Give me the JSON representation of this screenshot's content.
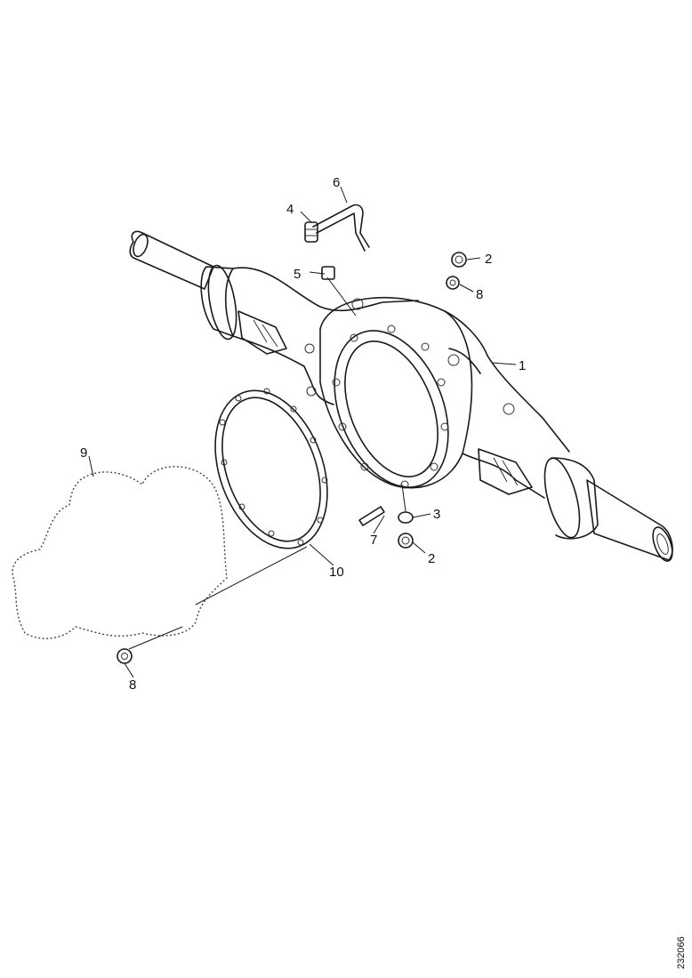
{
  "callouts": {
    "c1": "1",
    "c2_top": "2",
    "c2_bottom": "2",
    "c3": "3",
    "c4": "4",
    "c5": "5",
    "c6": "6",
    "c7": "7",
    "c8_top": "8",
    "c8_bottom": "8",
    "c9": "9",
    "c10": "10"
  },
  "reference_code": "232066"
}
